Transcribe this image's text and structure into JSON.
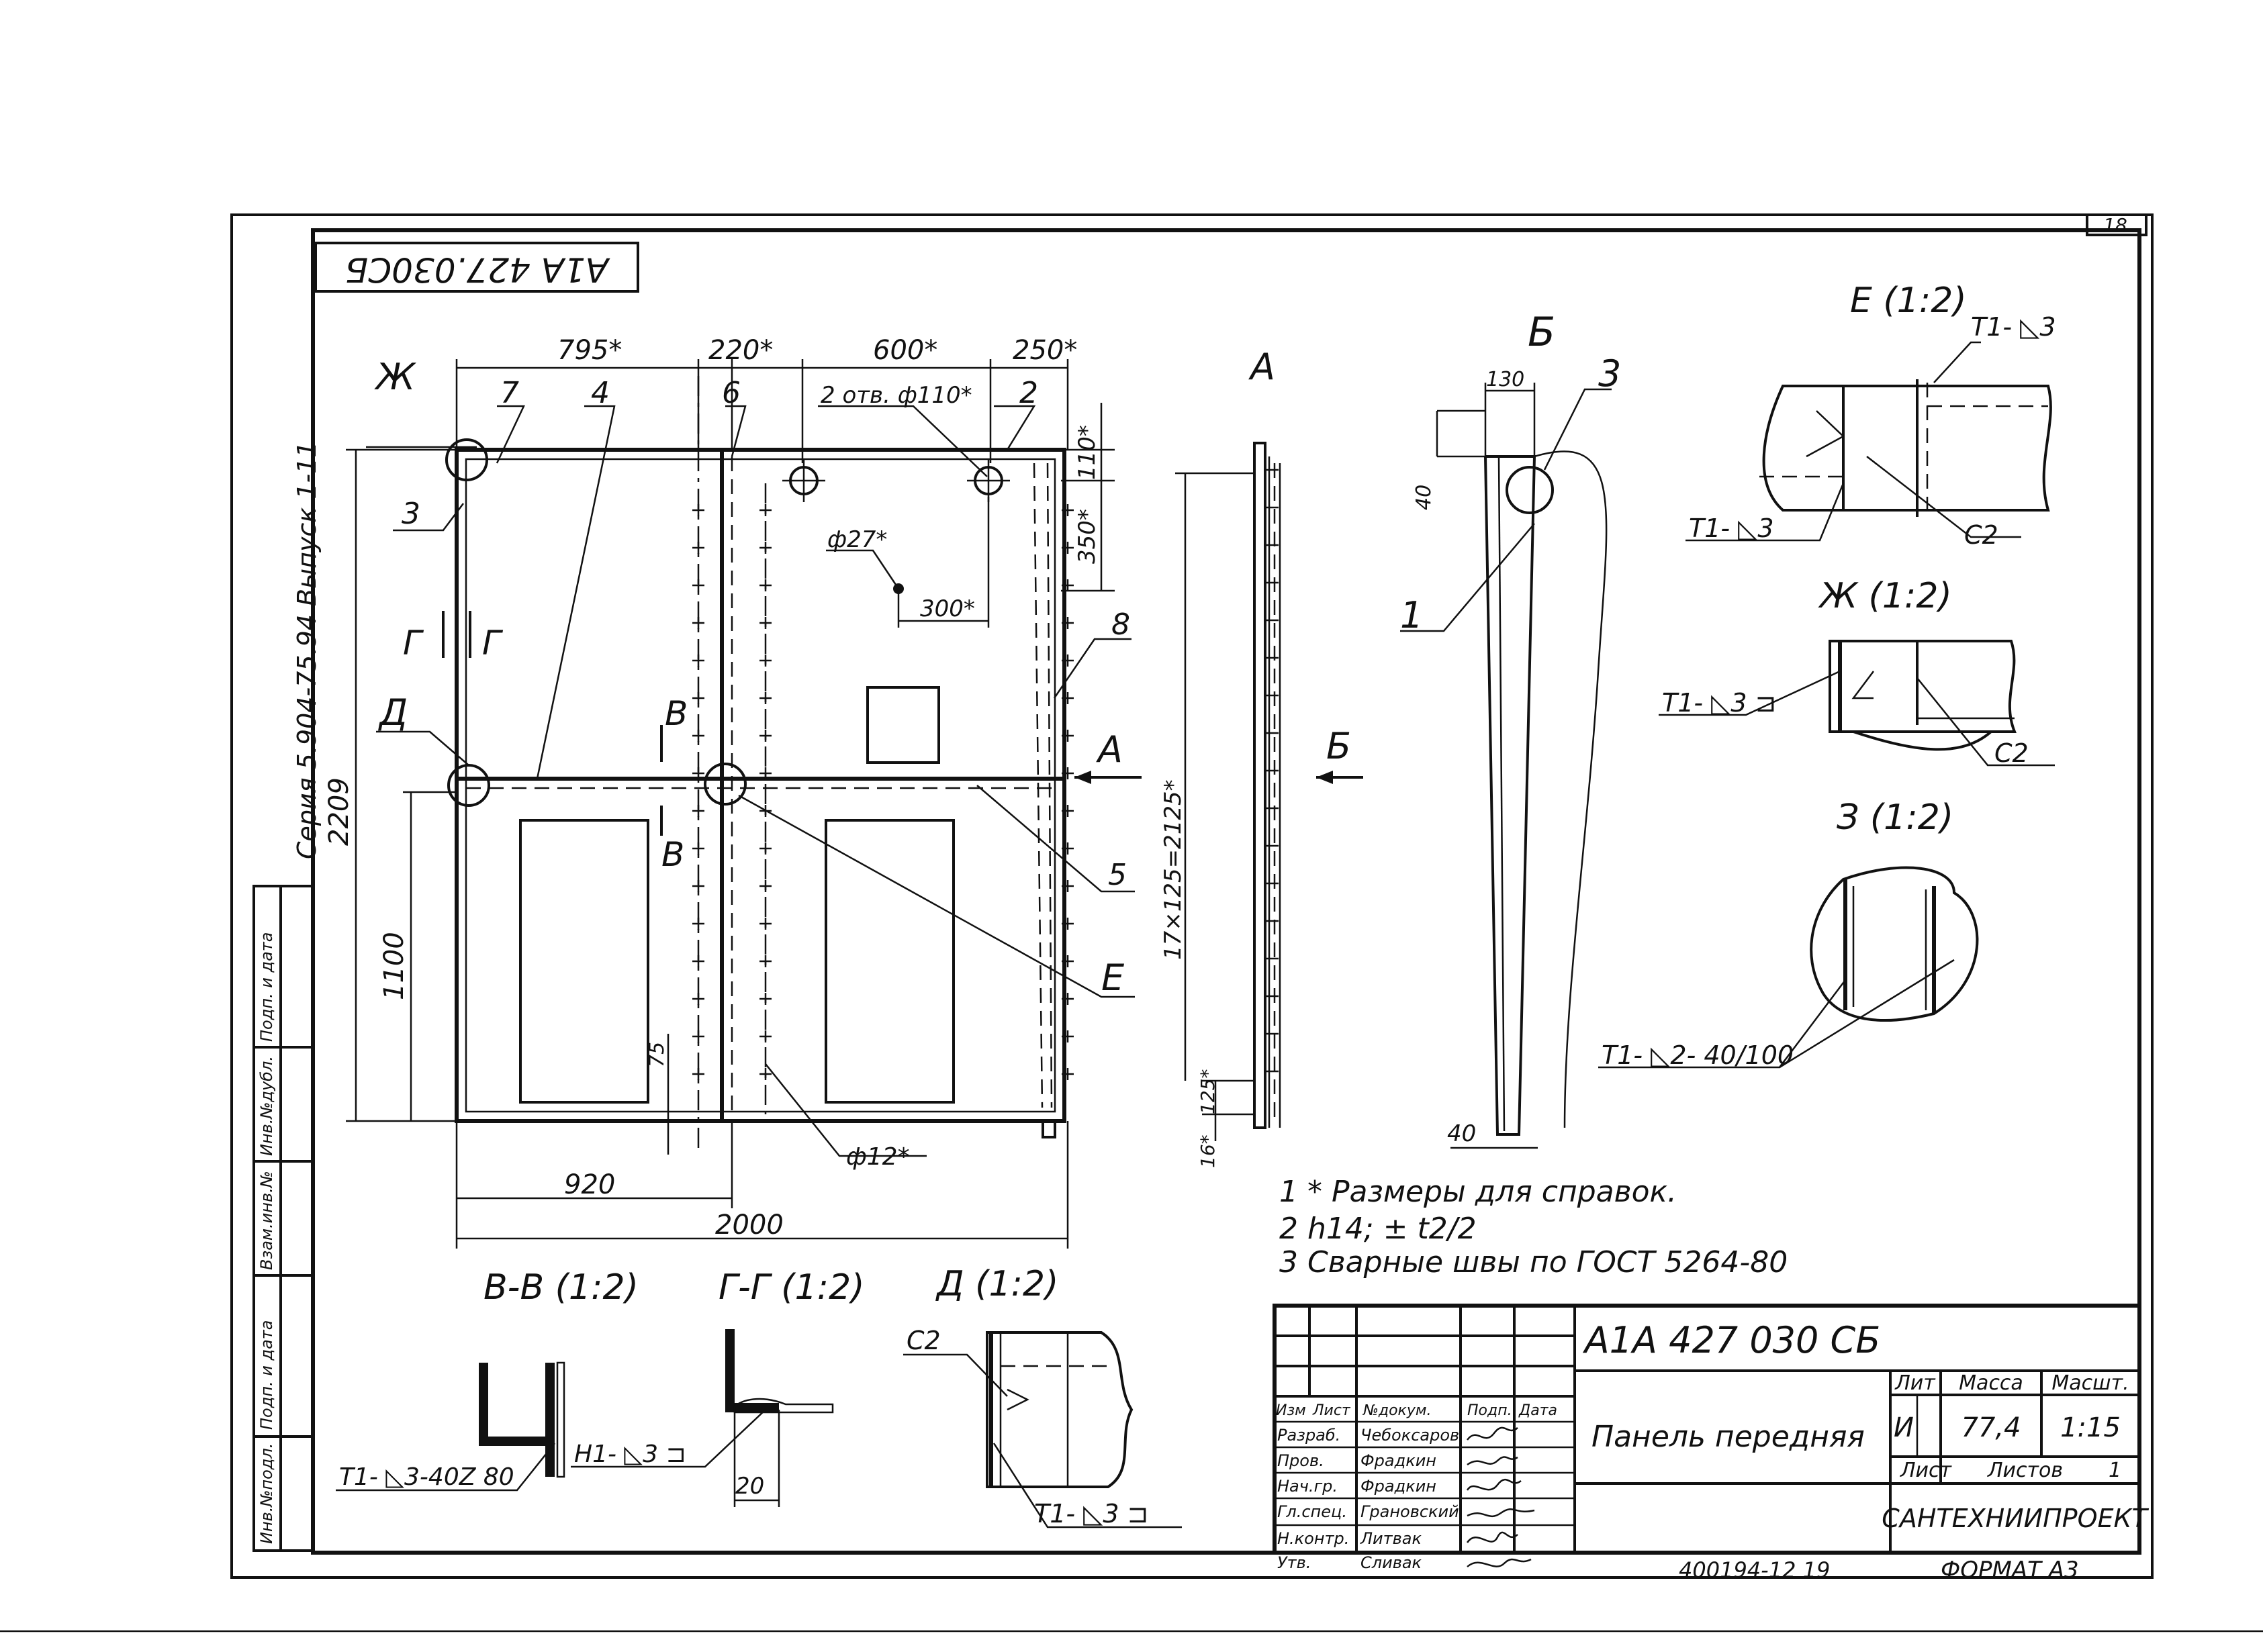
{
  "drawing": {
    "code_stamp": "А1А 427.030СБ",
    "sheet_no": "18",
    "series_label": "Серия  5.904-75.94   Выпуск  1-11",
    "left_strip": [
      "Инв.№подл.",
      "Подп. и дата",
      "Взам.инв.№",
      "Инв.№дубл.",
      "Подп. и дата"
    ],
    "bottom_code": "400194-12   19",
    "format": "ФОРМАТ А3"
  },
  "front_view": {
    "dims": {
      "d795": "795*",
      "d220": "220*",
      "d600": "600*",
      "d250": "250*",
      "d2209": "2209",
      "d1100": "1100",
      "d920": "920",
      "d2000": "2000",
      "d110": "110*",
      "d350": "350*",
      "d300": "300*",
      "d75": "75"
    },
    "hole_notes": {
      "holes_110": "2 отв. ф110*",
      "hole_27": "ф27*",
      "hole_12": "ф12*"
    },
    "callouts": {
      "c7": "7",
      "c4": "4",
      "c6": "6",
      "c2": "2",
      "c3": "3",
      "c8": "8",
      "c5": "5",
      "cE": "Е"
    },
    "node_labels": {
      "zh": "Ж",
      "d": "Д"
    },
    "section_marks": {
      "g_left": "Г",
      "g_right": "Г",
      "v_top": "В",
      "v_bottom": "В",
      "a": "А"
    }
  },
  "view_a": {
    "title": "А",
    "dim_pitch": "17×125=2125*",
    "dim_125": "125*",
    "dim_16": "16*"
  },
  "view_b": {
    "title": "Б",
    "arrow_label": "Б",
    "dim_130": "130",
    "dim_40_top": "40",
    "dim_40_bottom": "40",
    "c3": "3",
    "c1": "1"
  },
  "detail_e": {
    "title": "Е (1:2)",
    "weld_top": "Т1- ◺3",
    "weld_bottom": "Т1- ◺3",
    "c2": "С2"
  },
  "detail_zh": {
    "title": "Ж (1:2)",
    "weld": "Т1- ◺3 ⊐",
    "c2": "С2"
  },
  "detail_z": {
    "title": "З (1:2)",
    "weld": "Т1- ◺2- 40/100"
  },
  "section_vv": {
    "title": "В-В (1:2)",
    "weld": "Т1- ◺3-40Z 80"
  },
  "section_gg": {
    "title": "Г-Г (1:2)",
    "weld": "Н1- ◺3 ⊐",
    "dim": "20"
  },
  "detail_d": {
    "title": "Д (1:2)",
    "c2": "С2",
    "weld": "Т1- ◺3 ⊐"
  },
  "notes": [
    "1 * Размеры для справок.",
    "2  h14;  ± t2/2",
    "3  Сварные   швы  по  ГОСТ 5264-80"
  ],
  "title_block": {
    "code": "А1А 427 030 СБ",
    "name": "Панель передняя",
    "header": [
      "Изм",
      "Лист",
      "№докум.",
      "Подп.",
      "Дата"
    ],
    "rows": [
      {
        "role": "Разраб.",
        "name": "Чебоксаров"
      },
      {
        "role": "Пров.",
        "name": "Фрадкин"
      },
      {
        "role": "Нач.гр.",
        "name": "Фрадкин"
      },
      {
        "role": "Гл.спец.",
        "name": "Грановский"
      },
      {
        "role": "Н.контр.",
        "name": "Литвак"
      },
      {
        "role": "Утв.",
        "name": "Сливак"
      }
    ],
    "lit_label": "Лит",
    "lit_value": "И",
    "mass_label": "Масса",
    "mass_value": "77,4",
    "scale_label": "Масшт.",
    "scale_value": "1:15",
    "sheet_label": "Лист",
    "sheets_label": "Листов",
    "sheets_value": "1",
    "org": "САНТЕХНИИПРОЕКТ"
  }
}
